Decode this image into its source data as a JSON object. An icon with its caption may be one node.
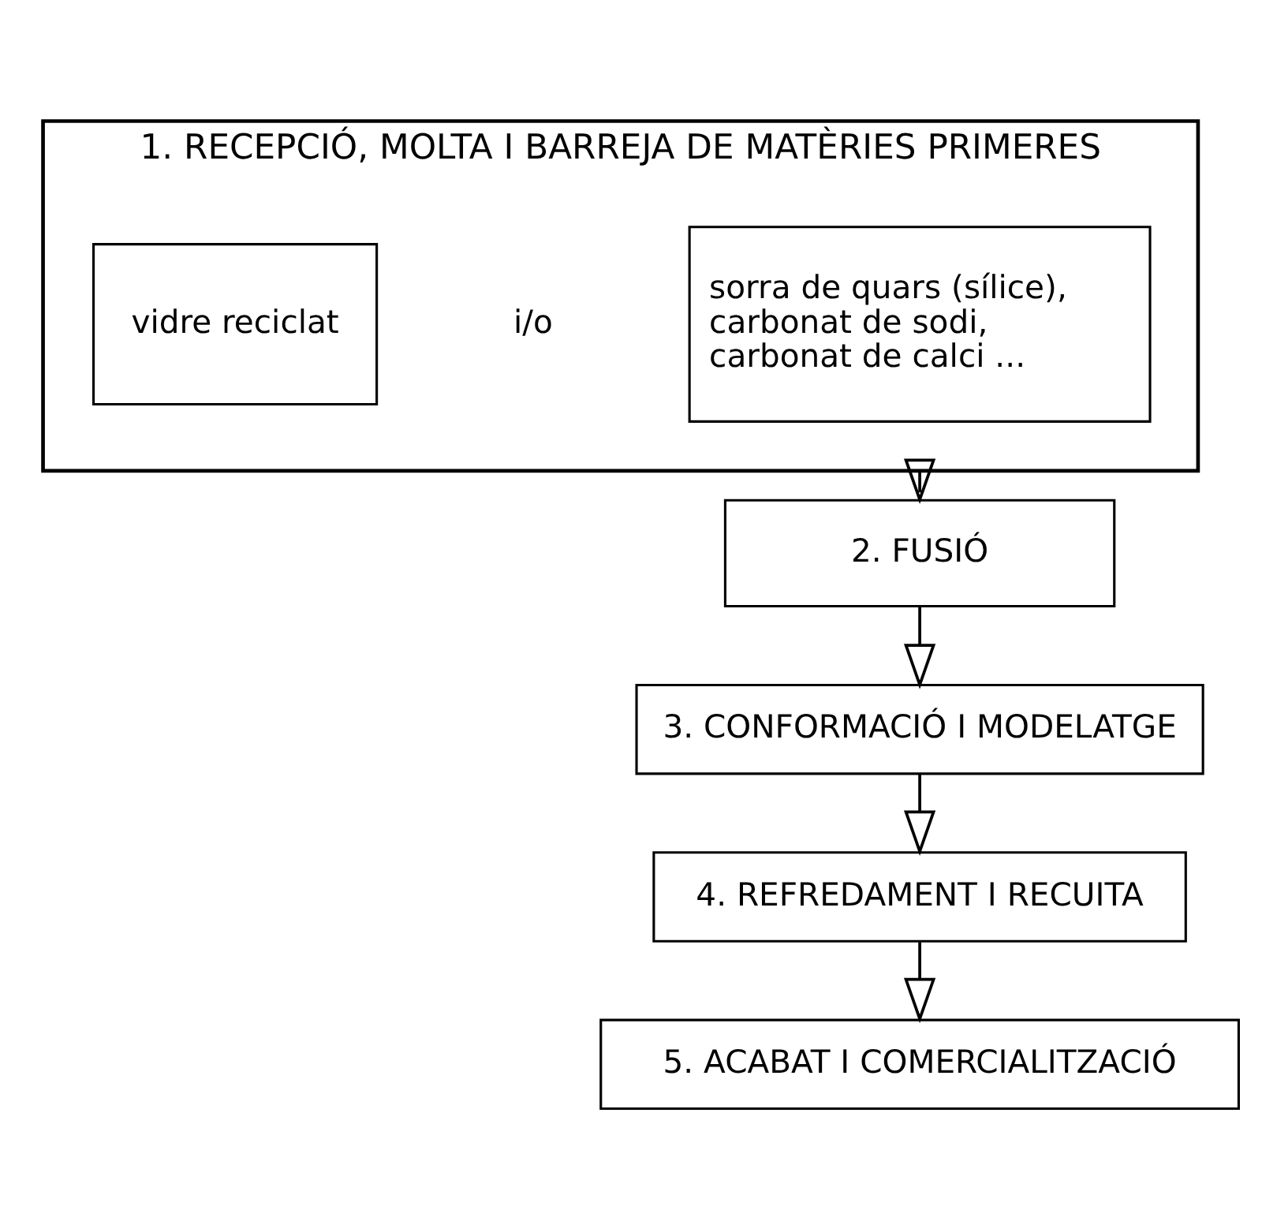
{
  "diagram": {
    "nodes": [
      {
        "text": [
          "1. RECEPCIÓ, MOLTA I BARREJA DE MATÈRIES PRIMERES"
        ]
      },
      {
        "text": [
          "sorra de quars (sílice), carbonat de sodi, carbonat de calci ..."
        ],
        "in": 0
      },
      {
        "text": [
          "vidre reciclat"
        ],
        "in": 0
      },
      {
        "text": [
          "2. FUSIÓ"
        ]
      },
      {
        "text": [
          "3. CONFORMACIÓ I MODELATGE"
        ]
      },
      {
        "text": [
          "4. REFREDAMENT I RECUITA"
        ]
      },
      {
        "text": [
          "5. ACABAT I COMERCIALITZACIÓ"
        ]
      }
    ],
    "edges": [
      {
        "from": 0,
        "to": 3,
        "arrow": "to"
      },
      {
        "from": 3,
        "to": 4,
        "arrow": "to"
      },
      {
        "from": 4,
        "to": 5,
        "arrow": "to"
      },
      {
        "from": 5,
        "to": 6,
        "arrow": "to"
      }
    ],
    "labels": [
      "i/o"
    ]
  }
}
